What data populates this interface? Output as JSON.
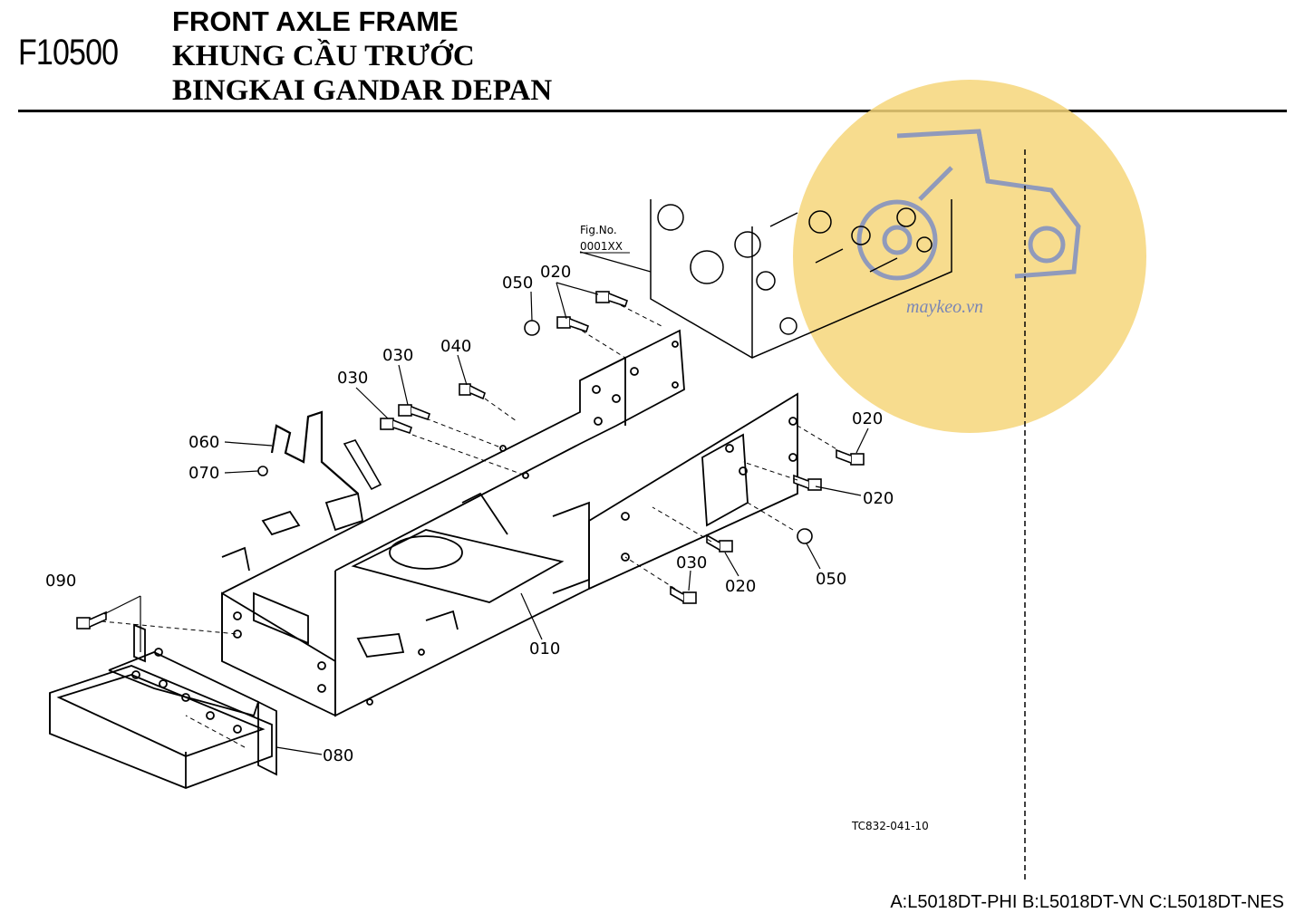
{
  "header": {
    "code": "F10500",
    "title_en": "FRONT AXLE FRAME",
    "title_vi": "KHUNG CẦU TRƯỚC",
    "title_ms": "BINGKAI GANDAR DEPAN"
  },
  "figref": {
    "line1": "Fig.No.",
    "line2": "0001XX"
  },
  "labels": {
    "p010": "010",
    "p020a": "020",
    "p020b": "020",
    "p020c": "020",
    "p020d": "020",
    "p030a": "030",
    "p030b": "030",
    "p030c": "030",
    "p040": "040",
    "p050a": "050",
    "p050b": "050",
    "p060": "060",
    "p070": "070",
    "p080": "080",
    "p090": "090"
  },
  "drawing_code": "TC832-041-10",
  "watermark": {
    "text": "maykeo.vn",
    "color": "#f6d67a"
  },
  "footer": "A:L5018DT-PHI B:L5018DT-VN C:L5018DT-NES"
}
